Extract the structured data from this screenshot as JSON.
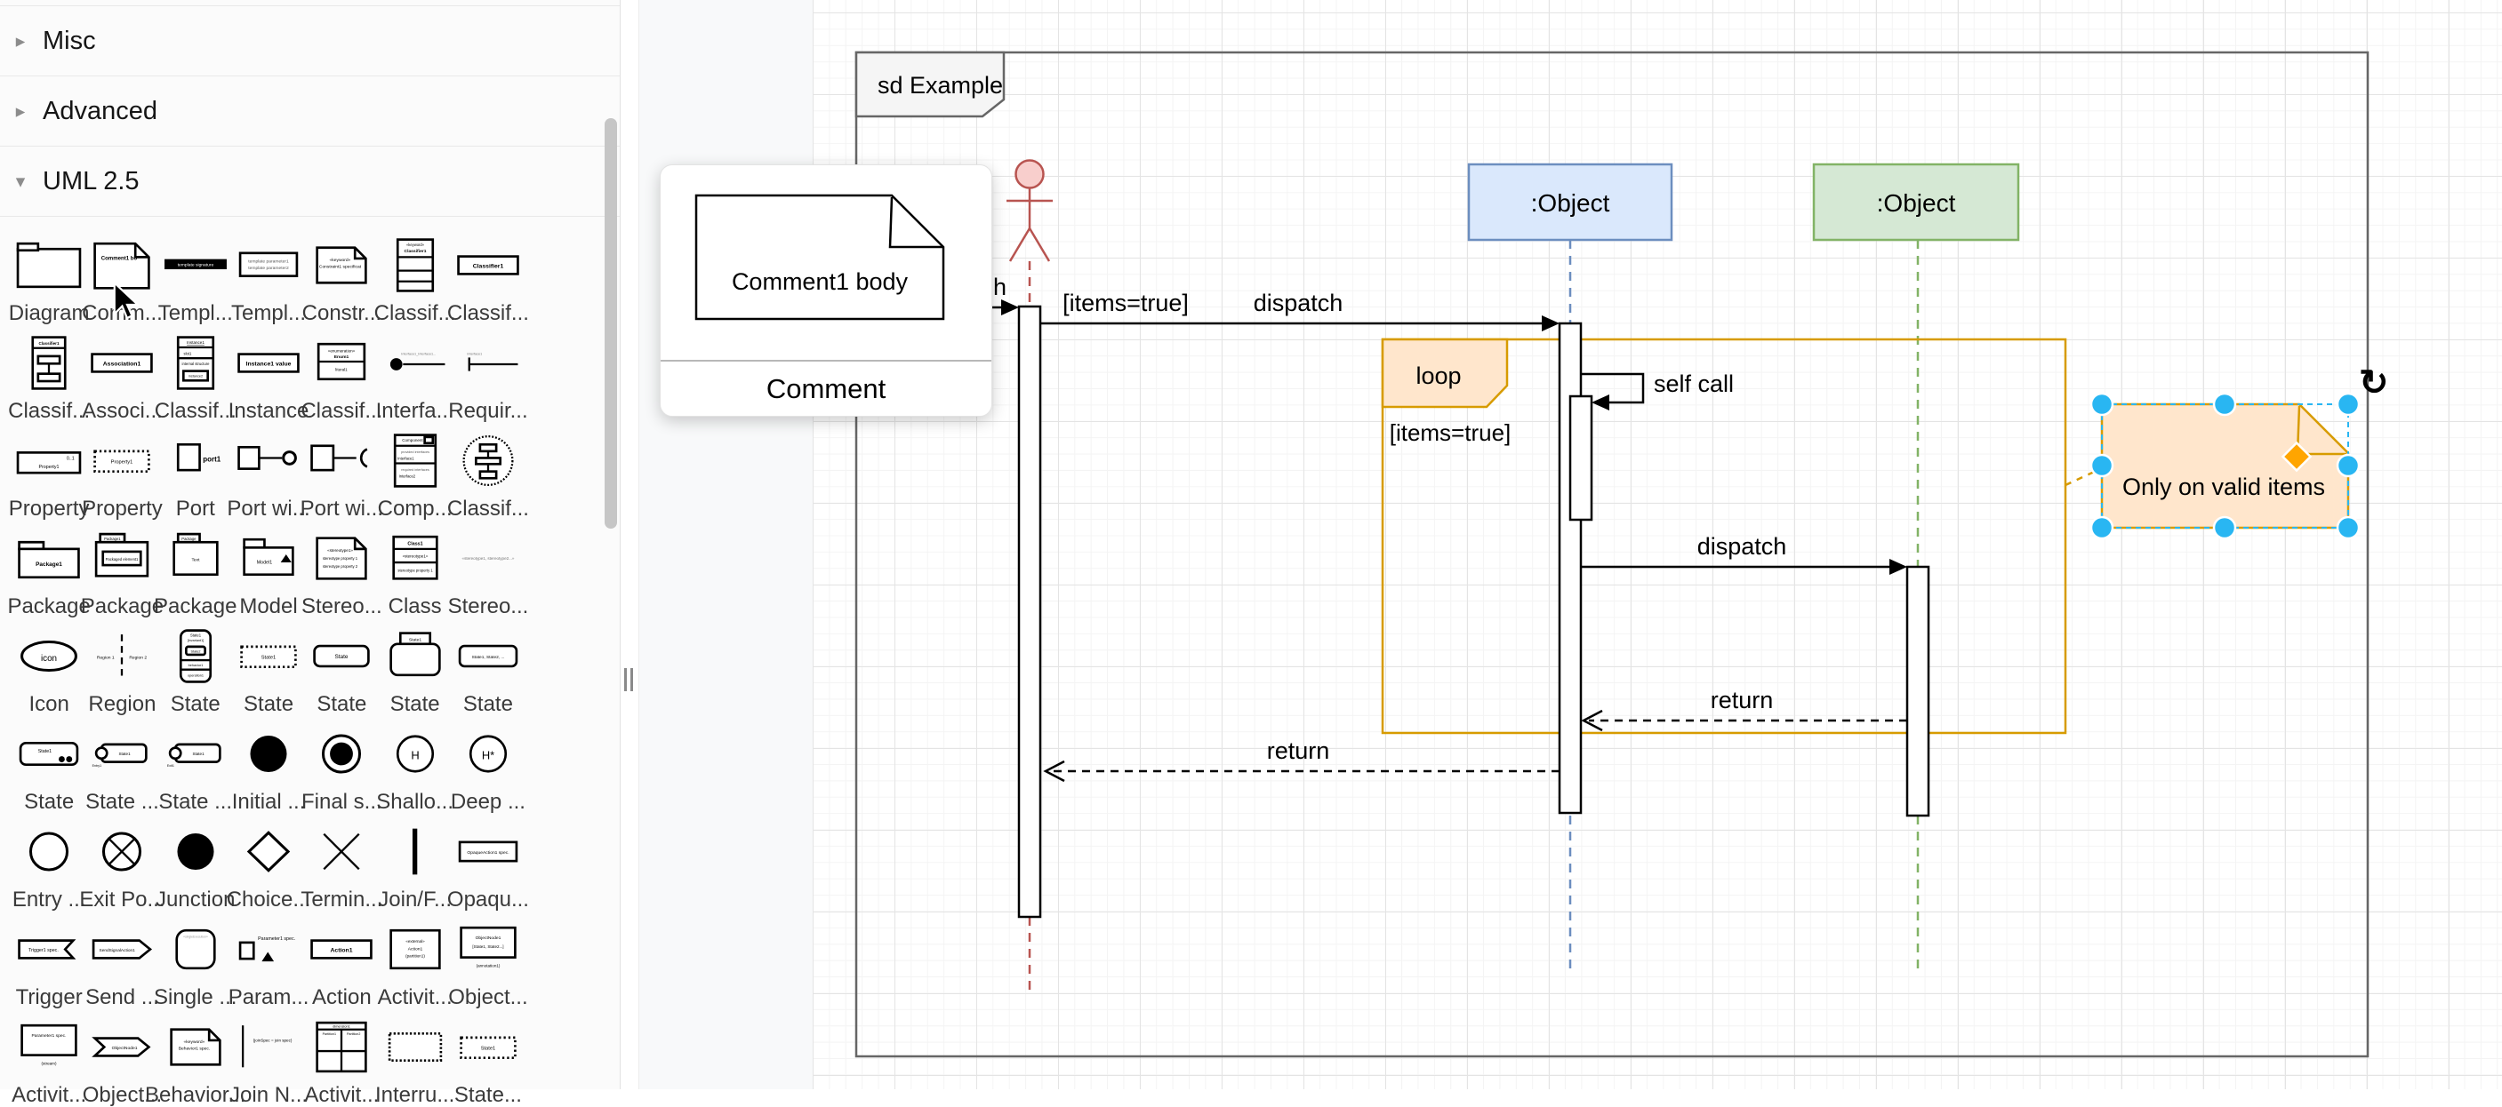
{
  "sidebar": {
    "sections": [
      {
        "label": "Misc",
        "expanded": false
      },
      {
        "label": "Advanced",
        "expanded": false
      },
      {
        "label": "UML 2.5",
        "expanded": true
      }
    ],
    "palette": {
      "rows": [
        [
          {
            "label": "Diagram",
            "icon": "frame"
          },
          {
            "label": "Comm...",
            "icon": "note",
            "t": [
              "Comment1 bo"
            ],
            "selected": true
          },
          {
            "label": "Templ...",
            "icon": "blackbar",
            "t": [
              "template signature"
            ]
          },
          {
            "label": "Templ...",
            "icon": "rect2lines",
            "t": [
              "template parameter1",
              "template parameter2"
            ]
          },
          {
            "label": "Constr...",
            "icon": "note-sm",
            "t": [
              "«keyword»",
              "Constraint1 specificat"
            ]
          },
          {
            "label": "Classif...",
            "icon": "sections3",
            "t": [
              "«keyword»",
              "Classifier1"
            ]
          },
          {
            "label": "Classif...",
            "icon": "rect-text",
            "t": [
              "Classifier1"
            ]
          }
        ],
        [
          {
            "label": "Classif...",
            "icon": "struct",
            "t": [
              "Classifier1"
            ]
          },
          {
            "label": "Associ...",
            "icon": "rect-text",
            "t": [
              "Association1"
            ]
          },
          {
            "label": "Classif...",
            "icon": "slots",
            "t": [
              "Instance1",
              "slot1",
              "internal structure",
              "instance2"
            ]
          },
          {
            "label": "Instance",
            "icon": "rect-text",
            "t": [
              "Instance1 value"
            ]
          },
          {
            "label": "Classif...",
            "icon": "enum",
            "t": [
              "«enumeration»",
              "Enum1",
              "literal1"
            ]
          },
          {
            "label": "Interfa...",
            "icon": "lollipop",
            "t": [
              "Interface1_Interface1..."
            ]
          },
          {
            "label": "Requir...",
            "icon": "socket",
            "t": [
              "Interface1"
            ]
          }
        ],
        [
          {
            "label": "Property",
            "icon": "rect-01",
            "t": [
              "0..1",
              "Property1"
            ]
          },
          {
            "label": "Property",
            "icon": "dotted-rect-text",
            "t": [
              "Property1"
            ]
          },
          {
            "label": "Port",
            "icon": "square-label",
            "t": [
              "port1"
            ]
          },
          {
            "label": "Port wi...",
            "icon": "port-lolli"
          },
          {
            "label": "Port wi...",
            "icon": "port-socket"
          },
          {
            "label": "Comp...",
            "icon": "component",
            "t": [
              "Component",
              "provided interfaces",
              "Interface1",
              "required interfaces",
              "Interface2"
            ]
          },
          {
            "label": "Classif...",
            "icon": "ball"
          }
        ],
        [
          {
            "label": "Package",
            "icon": "folder",
            "t": [
              "Package1"
            ]
          },
          {
            "label": "Package",
            "icon": "folder-elem",
            "t": [
              "Package1",
              "Packaged element1"
            ]
          },
          {
            "label": "Package",
            "icon": "folder-body",
            "t": [
              "Package",
              "Text"
            ]
          },
          {
            "label": "Model",
            "icon": "folder-tri",
            "t": [
              "Model1"
            ]
          },
          {
            "label": "Stereo...",
            "icon": "note-lines",
            "t": [
              "«stereotype1»",
              "stereotype property 1",
              "stereotype property 2"
            ]
          },
          {
            "label": "Class",
            "icon": "sections2",
            "t": [
              "Class1",
              "«stereotype1»",
              "stereotype property 1"
            ]
          },
          {
            "label": "Stereo...",
            "icon": "textline",
            "t": [
              "«stereotype1, stereotype2...»"
            ]
          }
        ],
        [
          {
            "label": "Icon",
            "icon": "ellipse-text",
            "t": [
              "icon"
            ]
          },
          {
            "label": "Region",
            "icon": "region",
            "t": [
              "Region 1",
              "Region 2"
            ]
          },
          {
            "label": "State",
            "icon": "state-stack",
            "t": [
              "State1",
              "[invariant1]",
              "State2",
              "behavior1",
              "operation1"
            ]
          },
          {
            "label": "State",
            "icon": "dotted-rect-text",
            "t": [
              "State1"
            ]
          },
          {
            "label": "State",
            "icon": "round-text",
            "t": [
              "State"
            ]
          },
          {
            "label": "State",
            "icon": "state-tab",
            "t": [
              "State1"
            ]
          },
          {
            "label": "State",
            "icon": "round-text-sm",
            "t": [
              "State1, State2, ..."
            ]
          }
        ],
        [
          {
            "label": "State",
            "icon": "round-dots",
            "t": [
              "State1"
            ]
          },
          {
            "label": "State ...",
            "icon": "pill-entry",
            "t": [
              "State1",
              "Entry1"
            ]
          },
          {
            "label": "State ...",
            "icon": "pill-entry",
            "t": [
              "State1",
              "Exit1"
            ]
          },
          {
            "label": "Initial ...",
            "icon": "circle-filled"
          },
          {
            "label": "Final s...",
            "icon": "circle-ring"
          },
          {
            "label": "Shallo...",
            "icon": "circle-letter",
            "t": [
              "H"
            ]
          },
          {
            "label": "Deep ...",
            "icon": "circle-letter",
            "t": [
              "H*"
            ]
          }
        ],
        [
          {
            "label": "Entry ...",
            "icon": "ellipse-hollow"
          },
          {
            "label": "Exit Po...",
            "icon": "ellipse-x"
          },
          {
            "label": "Junction",
            "icon": "circle-filled"
          },
          {
            "label": "Choice...",
            "icon": "diamond"
          },
          {
            "label": "Termin...",
            "icon": "xcross"
          },
          {
            "label": "Join/F...",
            "icon": "vbar"
          },
          {
            "label": "Opaqu...",
            "icon": "rect-text-sm",
            "t": [
              "OpaqueAction1 spec."
            ]
          }
        ],
        [
          {
            "label": "Trigger",
            "icon": "flag",
            "t": [
              "Trigger1 spec."
            ]
          },
          {
            "label": "Send ...",
            "icon": "penta",
            "t": [
              "SendSignalAction1"
            ]
          },
          {
            "label": "Single ...",
            "icon": "round-plain",
            "t": [
              "«singleExecution»"
            ]
          },
          {
            "label": "Param...",
            "icon": "param",
            "t": [
              "Parameter1 spec."
            ]
          },
          {
            "label": "Action",
            "icon": "rect-text",
            "t": [
              "Action1"
            ]
          },
          {
            "label": "Activit...",
            "icon": "rect3",
            "t": [
              "«external»",
              "Action1",
              "(partition1)"
            ]
          },
          {
            "label": "Object...",
            "icon": "rect-caption",
            "t": [
              "ObjectNode1",
              "[State1, State2...]",
              "(annotation1)"
            ]
          }
        ],
        [
          {
            "label": "Activit...",
            "icon": "rect-caption",
            "t": [
              "Parameter1 spec.",
              "",
              "(stream)"
            ]
          },
          {
            "label": "Object...",
            "icon": "chevron",
            "t": [
              "ObjectNode1"
            ]
          },
          {
            "label": "Behavior...",
            "icon": "note-sm",
            "t": [
              "«keyword»",
              "Behavior1 spec."
            ]
          },
          {
            "label": "Join N...",
            "icon": "vline-text",
            "t": [
              "{joinSpec = join spec}"
            ]
          },
          {
            "label": "Activit...",
            "icon": "table",
            "t": [
              "dimension1",
              "Partition1",
              "Partition2"
            ]
          },
          {
            "label": "Interru...",
            "icon": "dashed-rect"
          },
          {
            "label": "State...",
            "icon": "dotted-rect-text",
            "t": [
              "State1"
            ]
          }
        ]
      ]
    }
  },
  "tooltip": {
    "shape_label": "Comment1 body",
    "title": "Comment"
  },
  "diagram": {
    "frame_title": "sd Example",
    "objects": [
      {
        "label": ":Object",
        "fill": "#dae8fc",
        "stroke": "#6c8ebf"
      },
      {
        "label": ":Object",
        "fill": "#d5e8d4",
        "stroke": "#82b366"
      }
    ],
    "messages": {
      "found_partial": "h",
      "guard": "[items=true]",
      "dispatch1": "dispatch",
      "self_call": "self call",
      "loop_label": "loop",
      "loop_guard": "[items=true]",
      "dispatch2": "dispatch",
      "return_inner": "return",
      "return_outer": "return"
    },
    "comment": {
      "text": "Only on valid items",
      "fill": "#ffe6cc",
      "stroke": "#d79b00"
    },
    "colors": {
      "actor": "#b85450",
      "actor_fill": "#f8cecc",
      "fragment_stroke": "#d79b00",
      "fragment_fill": "#ffe6cc",
      "selection": "#29b6f2",
      "label_handle": "#ffa500",
      "frame_stroke": "#666666"
    }
  }
}
